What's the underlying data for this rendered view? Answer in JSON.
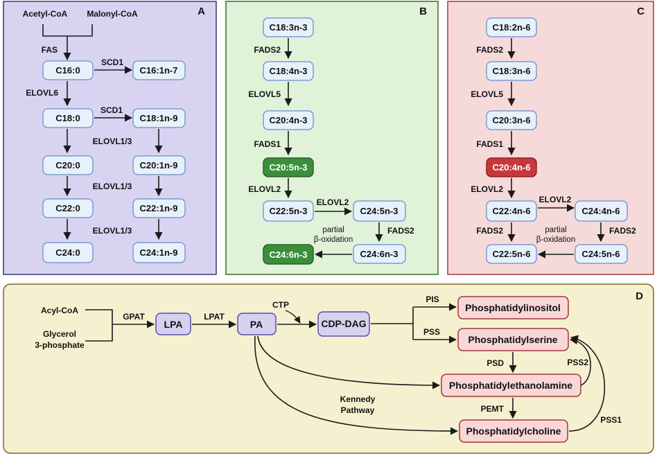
{
  "panels": {
    "a": {
      "letter": "A",
      "bg": "#d9d3f2",
      "border": "#3c3470"
    },
    "b": {
      "letter": "B",
      "bg": "#e0f2d8",
      "border": "#356d2c"
    },
    "c": {
      "letter": "C",
      "bg": "#f5dad9",
      "border": "#a43a3c"
    },
    "d": {
      "letter": "D",
      "bg": "#f5f0cf",
      "border": "#7a6a25"
    }
  },
  "colors": {
    "node_fill": "#e7f1fb",
    "node_border": "#7e9ad0",
    "green_fill": "#3b8f3b",
    "green_border": "#276227",
    "red_fill": "#c6383a",
    "red_border": "#8e2123",
    "d_purple_fill": "#d7d1f0",
    "d_purple_border": "#5c4fa6",
    "d_pink_fill": "#f9d7d7",
    "d_pink_border": "#a2363a",
    "arrow": "#1a1a1a"
  },
  "panel_a": {
    "acetyl": "Acetyl-CoA",
    "malonyl": "Malonyl-CoA",
    "fas": "FAS",
    "c16_0": "C16:0",
    "scd1_1": "SCD1",
    "c16_1": "C16:1n-7",
    "elovl6": "ELOVL6",
    "c18_0": "C18:0",
    "scd1_2": "SCD1",
    "c18_1": "C18:1n-9",
    "elovl13_1": "ELOVL1/3",
    "c20_0": "C20:0",
    "c20_1": "C20:1n-9",
    "elovl13_2": "ELOVL1/3",
    "c22_0": "C22:0",
    "c22_1": "C22:1n-9",
    "elovl13_3": "ELOVL1/3",
    "c24_0": "C24:0",
    "c24_1": "C24:1n-9"
  },
  "panel_b": {
    "n1": "C18:3n-3",
    "e1": "FADS2",
    "n2": "C18:4n-3",
    "e2": "ELOVL5",
    "n3": "C20:4n-3",
    "e3": "FADS1",
    "n4": "C20:5n-3",
    "e4": "ELOVL2",
    "n5": "C22:5n-3",
    "e5": "ELOVL2",
    "n6": "C24:5n-3",
    "e6": "FADS2",
    "n7": "C24:6n-3",
    "partial": "partial",
    "box": "β-oxidation",
    "n8": "C24:6n-3"
  },
  "panel_c": {
    "n1": "C18:2n-6",
    "e1": "FADS2",
    "n2": "C18:3n-6",
    "e2": "ELOVL5",
    "n3": "C20:3n-6",
    "e3": "FADS1",
    "n4": "C20:4n-6",
    "e4": "ELOVL2",
    "n5": "C22:4n-6",
    "e5": "ELOVL2",
    "n6": "C24:4n-6",
    "e6a": "FADS2",
    "e6b": "FADS2",
    "partial": "partial",
    "box": "β-oxidation",
    "n7": "C22:5n-6",
    "n8": "C24:5n-6"
  },
  "panel_d": {
    "acyl": "Acyl-CoA",
    "glycerol1": "Glycerol",
    "glycerol2": "3-phosphate",
    "gpat": "GPAT",
    "lpa": "LPA",
    "lpat": "LPAT",
    "pa": "PA",
    "ctp": "CTP",
    "cdp": "CDP-DAG",
    "pis": "PIS",
    "pss": "PSS",
    "pi": "Phosphatidylinositol",
    "ps": "Phosphatidylserine",
    "psd": "PSD",
    "pss2": "PSS2",
    "pe": "Phosphatidylethanolamine",
    "kennedy1": "Kennedy",
    "kennedy2": "Pathway",
    "pemt": "PEMT",
    "pc": "Phosphatidylcholine",
    "pss1": "PSS1"
  }
}
